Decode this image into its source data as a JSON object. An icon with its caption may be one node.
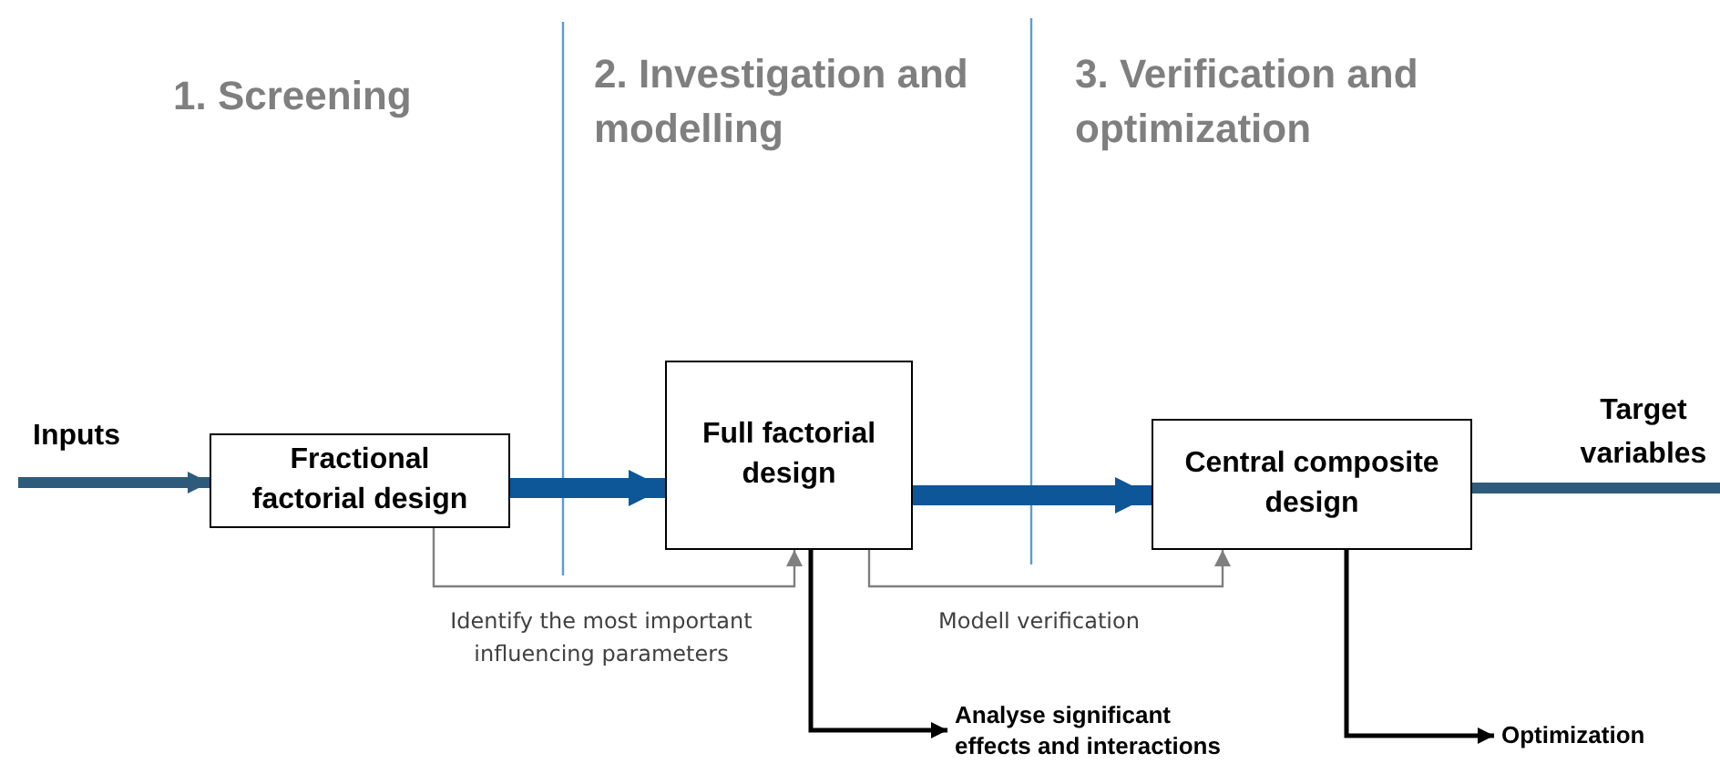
{
  "diagram": {
    "nodes": [
      {
        "text": [
          "Fractional factorial design"
        ]
      },
      {
        "text": [
          "Full factorial design"
        ]
      },
      {
        "text": [
          "Central composite design"
        ]
      },
      {
        "text": [
          "Analyse significant effects and interactions"
        ]
      },
      {
        "text": [
          "Optimization"
        ]
      }
    ],
    "edges": [
      {
        "from": null,
        "to": 0,
        "arrow": "to",
        "label": "Inputs",
        "style": "thick",
        "color": "#2e5b7b"
      },
      {
        "from": 0,
        "to": 1,
        "arrow": "to",
        "style": "thick",
        "color": "#0d5698"
      },
      {
        "from": 1,
        "to": 2,
        "arrow": "to",
        "style": "thick",
        "color": "#0d5698"
      },
      {
        "from": 2,
        "to": null,
        "arrow": "none",
        "label": "Target variables",
        "style": "thick",
        "color": "#2e5b7b"
      },
      {
        "from": 0,
        "to": 1,
        "arrow": "to",
        "label": "Identify the most important influencing parameters",
        "color": "#7f7f7f"
      },
      {
        "from": 1,
        "to": 2,
        "arrow": "to",
        "label": "Modell verification",
        "color": "#7f7f7f"
      },
      {
        "from": 1,
        "to": 3,
        "arrow": "to",
        "color": "#000000"
      },
      {
        "from": 2,
        "to": 4,
        "arrow": "to",
        "color": "#000000"
      }
    ],
    "labels": [
      "1. Screening",
      "2. Investigation and modelling",
      "3. Verification and optimization"
    ]
  }
}
